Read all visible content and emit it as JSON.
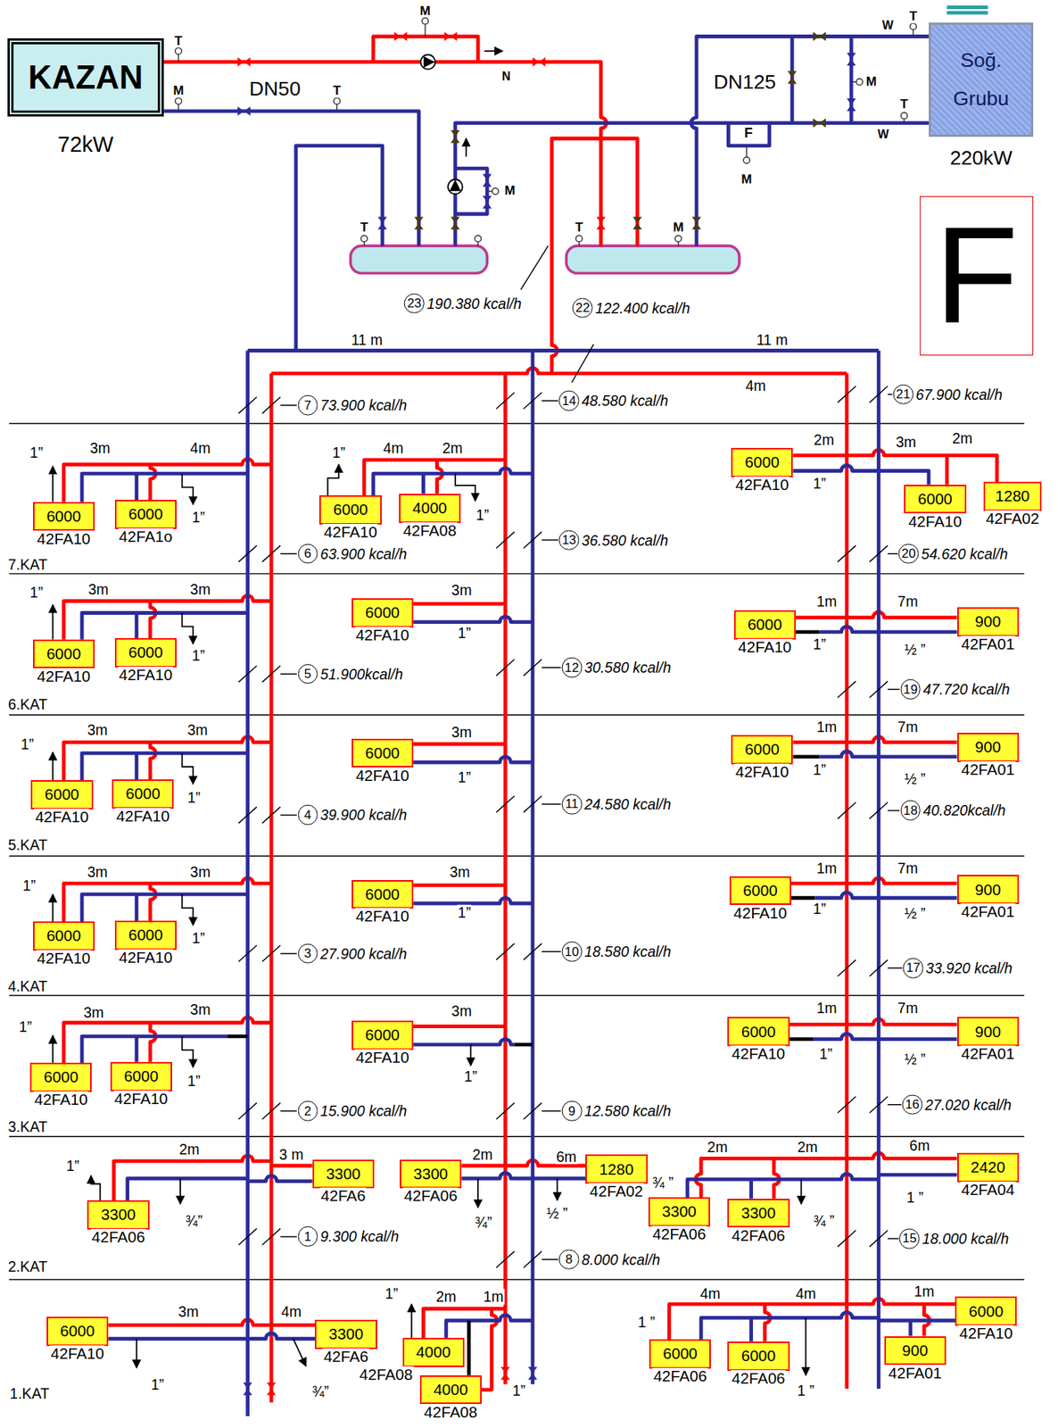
{
  "diagram": {
    "nodes": [
      {
        "text": [
          "KAZAN",
          "72kW"
        ]
      },
      {
        "text": [
          "Soğ. Grubu",
          "220kW"
        ]
      },
      {
        "text": [
          "F"
        ]
      },
      {
        "text": [
          "6000",
          "42FA10"
        ]
      },
      {
        "text": [
          "6000",
          "42FA1o"
        ]
      },
      {
        "text": [
          "6000",
          "42FA10"
        ]
      },
      {
        "text": [
          "4000",
          "42FA08"
        ]
      },
      {
        "text": [
          "6000",
          "42FA10"
        ]
      },
      {
        "text": [
          "6000",
          "42FA10"
        ]
      },
      {
        "text": [
          "1280",
          "42FA02"
        ]
      },
      {
        "text": [
          "6000",
          "42FA10"
        ]
      },
      {
        "text": [
          "6000",
          "42FA10"
        ]
      },
      {
        "text": [
          "6000",
          "42FA10"
        ]
      },
      {
        "text": [
          "6000",
          "42FA10"
        ]
      },
      {
        "text": [
          "900",
          "42FA01"
        ]
      },
      {
        "text": [
          "6000",
          "42FA10"
        ]
      },
      {
        "text": [
          "6000",
          "42FA10"
        ]
      },
      {
        "text": [
          "6000",
          "42FA10"
        ]
      },
      {
        "text": [
          "6000",
          "42FA10"
        ]
      },
      {
        "text": [
          "900",
          "42FA01"
        ]
      },
      {
        "text": [
          "6000",
          "42FA10"
        ]
      },
      {
        "text": [
          "6000",
          "42FA10"
        ]
      },
      {
        "text": [
          "6000",
          "42FA10"
        ]
      },
      {
        "text": [
          "6000",
          "42FA10"
        ]
      },
      {
        "text": [
          "900",
          "42FA01"
        ]
      },
      {
        "text": [
          "6000",
          "42FA10"
        ]
      },
      {
        "text": [
          "6000",
          "42FA10"
        ]
      },
      {
        "text": [
          "6000",
          "42FA10"
        ]
      },
      {
        "text": [
          "6000",
          "42FA10"
        ]
      },
      {
        "text": [
          "900",
          "42FA01"
        ]
      },
      {
        "text": [
          "3300",
          "42FA06"
        ]
      },
      {
        "text": [
          "3300",
          "42FA6"
        ]
      },
      {
        "text": [
          "3300",
          "42FA06"
        ]
      },
      {
        "text": [
          "1280",
          "42FA02"
        ]
      },
      {
        "text": [
          "3300",
          "42FA06"
        ]
      },
      {
        "text": [
          "3300",
          "42FA06"
        ]
      },
      {
        "text": [
          "2420",
          "42FA04"
        ]
      },
      {
        "text": [
          "6000",
          "42FA10"
        ]
      },
      {
        "text": [
          "3300",
          "42FA6"
        ]
      },
      {
        "text": [
          "4000",
          "42FA08"
        ]
      },
      {
        "text": [
          "4000",
          "42FA08"
        ]
      },
      {
        "text": [
          "6000",
          "42FA06"
        ]
      },
      {
        "text": [
          "6000",
          "42FA06"
        ]
      },
      {
        "text": [
          "900",
          "42FA01"
        ]
      },
      {
        "text": [
          "6000",
          "42FA10"
        ]
      }
    ],
    "labels": [
      "T",
      "M",
      "DN50",
      "T",
      "M",
      "N",
      "M",
      "DN125",
      "M",
      "W",
      "T",
      "W",
      "T",
      "F",
      "M",
      "T",
      "T",
      "M",
      "23",
      "190.380 kcal/h",
      "22",
      "122.400 kcal/h",
      "11 m",
      "11 m",
      "4m",
      "7",
      "73.900 kcal/h",
      "14",
      "48.580 kcal/h",
      "21",
      "67.900 kcal/h",
      "1”",
      "3m",
      "4m",
      "1”",
      "1”",
      "4m",
      "2m",
      "1”",
      "2m",
      "3m",
      "2m",
      "1”",
      "6",
      "63.900 kcal/h",
      "13",
      "36.580 kcal/h",
      "20",
      "54.620 kcal/h",
      "7.KAT",
      "1”",
      "3m",
      "3m",
      "1”",
      "3m",
      "1”",
      "1m",
      "7m",
      "1”",
      "½ ”",
      "5",
      "51.900kcal/h",
      "12",
      "30.580 kcal/h",
      "19",
      "47.720 kcal/h",
      "6.KAT",
      "3m",
      "3m",
      "1”",
      "1”",
      "3m",
      "1”",
      "1m",
      "7m",
      "1”",
      "½ ”",
      "4",
      "39.900 kcal/h",
      "11",
      "24.580 kcal/h",
      "18",
      "40.820kcal/h",
      "5.KAT",
      "3m",
      "3m",
      "1”",
      "1”",
      "3m",
      "1”",
      "1m",
      "7m",
      "1”",
      "½ ”",
      "3",
      "27.900 kcal/h",
      "10",
      "18.580 kcal/h",
      "17",
      "33.920 kcal/h",
      "4.KAT",
      "3m",
      "3m",
      "1”",
      "1”",
      "3m",
      "1”",
      "1m",
      "7m",
      "1”",
      "½ ”",
      "2",
      "15.900 kcal/h",
      "9",
      "12.580 kcal/h",
      "16",
      "27.020 kcal/h",
      "3.KAT",
      "1”",
      "2m",
      "3 m",
      "¾”",
      "2m",
      "6m",
      "¾”",
      "½ ”",
      "¾ ”",
      "2m",
      "2m",
      "6m",
      "¾ ”",
      "1 ”",
      "1",
      "9.300 kcal/h",
      "8",
      "8.000 kcal/h",
      "15",
      "18.000 kcal/h",
      "2.KAT",
      "3m",
      "4m",
      "1”",
      "¾”",
      "1”",
      "2m",
      "1m",
      "1”",
      "4m",
      "4m",
      "1m",
      "1 ”",
      "1 ”",
      "1.KAT"
    ]
  }
}
